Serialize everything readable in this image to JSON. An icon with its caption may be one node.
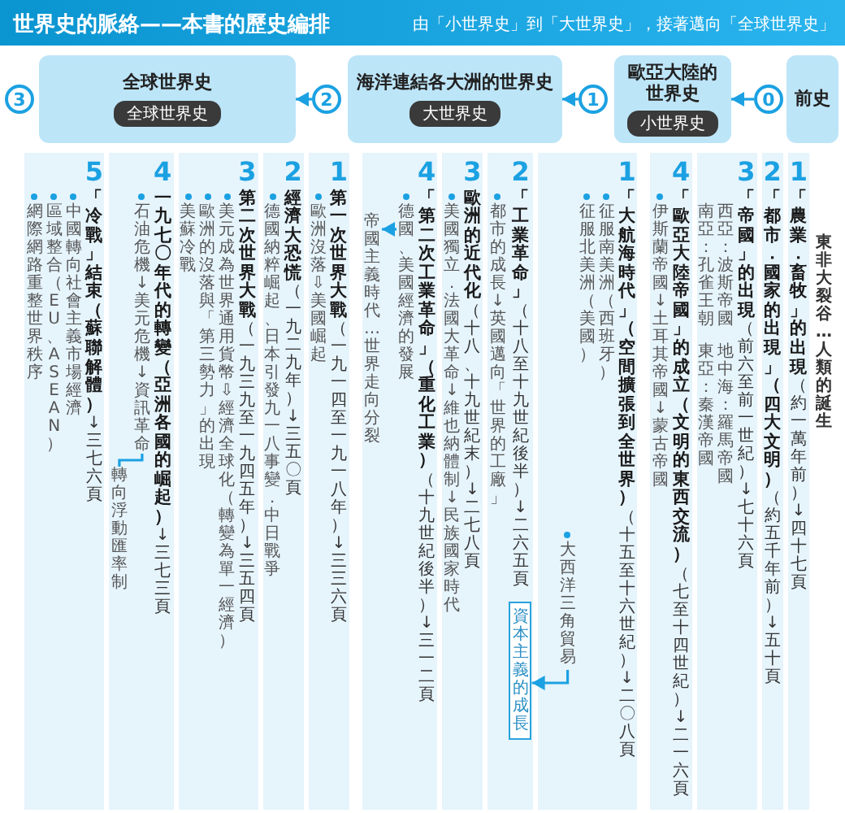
{
  "diagram": {
    "title": "世界史的脈絡——本書的歷史編排",
    "nodes": [
      {
        "text": [
          "前史"
        ]
      },
      {
        "text": [
          "0"
        ]
      },
      {
        "text": [
          "歐亞大陸的世界史"
        ]
      },
      {
        "text": [
          "小世界史"
        ],
        "in": 2
      },
      {
        "text": [
          "1"
        ]
      },
      {
        "text": [
          "海洋連結各大洲的世界史"
        ]
      },
      {
        "text": [
          "大世界史"
        ],
        "in": 5
      },
      {
        "text": [
          "2"
        ]
      },
      {
        "text": [
          "全球世界史"
        ]
      },
      {
        "text": [
          "全球世界史"
        ],
        "in": 8
      },
      {
        "text": [
          "3"
        ]
      },
      {
        "text": [
          "1",
          "「農業．畜牧」的出現",
          "（約一萬年前）↓四十七頁"
        ]
      },
      {
        "text": [
          "2",
          "「都市．國家的出現」（四大文明）",
          "（約五千年前）↓五十頁"
        ]
      },
      {
        "text": [
          "3",
          "「帝國」的出現",
          "（前六至前一世紀）↓七十六頁",
          "西亞：波斯帝國",
          "地中海：羅馬帝國",
          "南亞：孔雀王朝",
          "東亞：秦漢帝國"
        ]
      },
      {
        "text": [
          "4",
          "「歐亞大陸帝國」的成立（文明的東西交流）",
          "（七至十四世紀）↓二一六頁",
          "伊斯蘭帝國↓土耳其帝國↓蒙古帝國"
        ]
      },
      {
        "text": [
          "1",
          "「大航海時代」（空間擴張到全世界）",
          "（十五至十六世紀）↓二〇八頁",
          "征服南美洲（西班牙）",
          "征服北美洲（美國）"
        ]
      },
      {
        "text": [
          "大西洋三角貿易"
        ],
        "in": 15
      },
      {
        "text": [
          "2",
          "「工業革命」",
          "（十八至十九世紀後半）↓二六五頁",
          "都市的成長↓英國邁向「世界的工廠」"
        ]
      },
      {
        "text": [
          "資本主義的成長"
        ],
        "in": 17
      },
      {
        "text": [
          "3",
          "歐洲的近代化",
          "（十八、十九世紀末）↓二七八頁",
          "美國獨立．法國大革命↓維也納體制↓民族國家時代"
        ]
      },
      {
        "text": [
          "4",
          "「第二次工業革命」（重化工業）",
          "（十九世紀後半）↓三一二頁"
        ]
      },
      {
        "text": [
          "德國、美國經濟的發展"
        ],
        "in": 20
      },
      {
        "text": [
          "帝國主義時代…世界走向分裂"
        ],
        "in": 20
      },
      {
        "text": [
          "1",
          "第一次世界大戰",
          "（一九一四至一九一八年）↓三三六頁",
          "歐洲沒落⇩美國崛起"
        ]
      },
      {
        "text": [
          "2",
          "經濟大恐慌",
          "（一九二九年）↓三五〇頁",
          "德國納粹崛起、日本引發九一八事變．中日戰爭"
        ]
      },
      {
        "text": [
          "3",
          "第二次世界大戰",
          "（一九三九至一九四五年）↓三五四頁",
          "美元成為世界通用貨幣⇩經濟全球化（轉變為單一經濟）",
          "歐洲的沒落與「第三勢力」的出現",
          "美蘇冷戰"
        ]
      },
      {
        "text": [
          "4",
          "一九七〇年代的轉變（亞洲各國的崛起）",
          "↓三七三頁"
        ]
      },
      {
        "text": [
          "石油危機↓美元危機↓資訊革命"
        ],
        "in": 26
      },
      {
        "text": [
          "轉向浮動匯率制"
        ],
        "in": 26
      },
      {
        "text": [
          "5",
          "「冷戰」結束（蘇聯解體）",
          "↓三七六頁",
          "中國轉向社會主義市場經濟",
          "區域整合（EU、ASEAN）",
          "網際網路重整世界秩序"
        ]
      }
    ],
    "edges": [
      {
        "from": 1,
        "to": 2,
        "arrow": "to"
      },
      {
        "from": 4,
        "to": 5,
        "arrow": "to"
      },
      {
        "from": 7,
        "to": 8,
        "arrow": "to"
      },
      {
        "from": 16,
        "to": 18,
        "arrow": "to"
      },
      {
        "from": 21,
        "to": 22,
        "arrow": "to"
      },
      {
        "from": 27,
        "to": 28,
        "arrow": "none"
      }
    ],
    "labels": [
      "由「小世界史」到「大世界史」，接著邁向「全球世界史」",
      "東非大裂谷…人類的誕生"
    ]
  }
}
